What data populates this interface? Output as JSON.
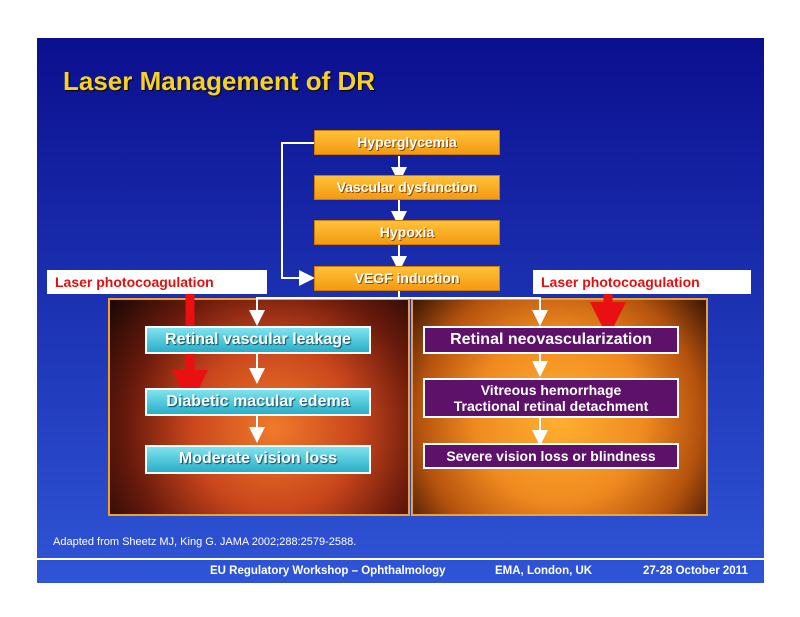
{
  "title": "Laser Management of DR",
  "flow": {
    "hyperglycemia": "Hyperglycemia",
    "vascular_dysfunction": "Vascular dysfunction",
    "hypoxia": "Hypoxia",
    "vegf_induction": "VEGF induction"
  },
  "left_branch": {
    "laser_label": "Laser photocoagulation",
    "step1": "Retinal vascular leakage",
    "step2": "Diabetic macular edema",
    "step3": "Moderate vision loss"
  },
  "right_branch": {
    "laser_label": "Laser photocoagulation",
    "step1": "Retinal neovascularization",
    "step2_line1": "Vitreous hemorrhage",
    "step2_line2": "Tractional retinal detachment",
    "step3": "Severe vision loss or blindness"
  },
  "source": "Adapted from Sheetz MJ, King G. JAMA 2002;288:2579-2588.",
  "footer": {
    "workshop": "EU Regulatory Workshop – Ophthalmology",
    "venue": "EMA, London, UK",
    "date": "27-28 October 2011"
  },
  "colors": {
    "title": "#f7d21e",
    "flow_box": "#f7a51e",
    "left_box": "#4cc7dc",
    "right_box": "#5e1169",
    "laser_arrow": "#e81010"
  }
}
